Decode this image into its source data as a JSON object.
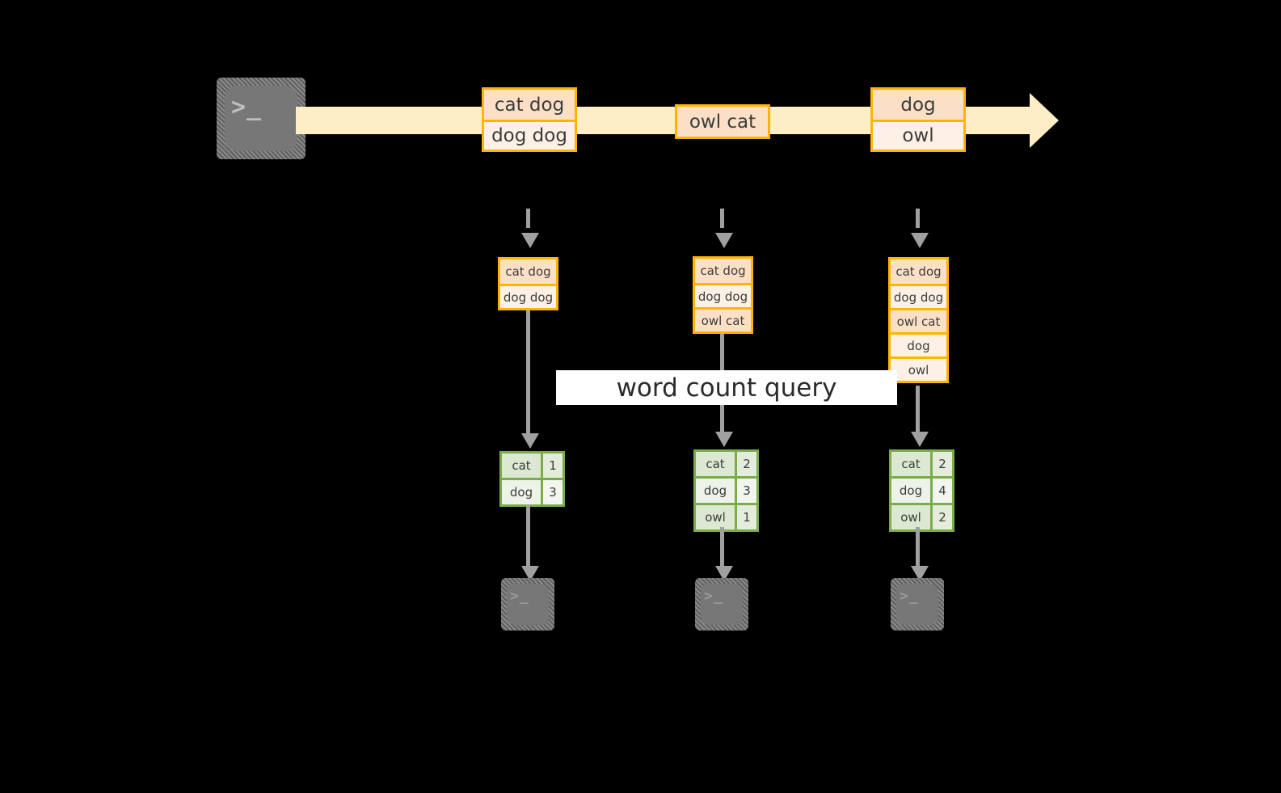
{
  "diagram": {
    "title": "word count query stream processing",
    "colors": {
      "background": "#000000",
      "stream_fill": "#fdeec6",
      "message_border": "#ffb500",
      "message_fill_dark": "#fbe0c6",
      "message_fill_light": "#fdf1e6",
      "count_border": "#79ad4a",
      "count_fill_dark": "#dde8d2",
      "count_fill_light": "#eef3ea",
      "arrow_gray": "#a0a0a0",
      "label_band": "#ffffff",
      "terminal_body": "#777777",
      "terminal_hatch": "#5f5f5f"
    },
    "source_terminal": {
      "icon": "terminal-prompt-icon",
      "glyph": ">_"
    },
    "stream_label": "word count query",
    "stream_messages": [
      {
        "id": "m1",
        "rows": [
          {
            "text": "cat dog",
            "shade": "dark"
          },
          {
            "text": "dog dog",
            "shade": "light"
          }
        ]
      },
      {
        "id": "m2",
        "rows": [
          {
            "text": "owl cat",
            "shade": "dark"
          }
        ]
      },
      {
        "id": "m3",
        "rows": [
          {
            "text": "dog",
            "shade": "dark"
          },
          {
            "text": "owl",
            "shade": "light"
          }
        ]
      }
    ],
    "snapshots": [
      {
        "id": "t1",
        "accumulated": [
          {
            "text": "cat dog",
            "shade": "dark"
          },
          {
            "text": "dog dog",
            "shade": "light"
          }
        ],
        "counts": [
          {
            "word": "cat",
            "count": "1",
            "shade": "dark"
          },
          {
            "word": "dog",
            "count": "3",
            "shade": "light"
          }
        ],
        "sink": {
          "icon": "terminal-prompt-icon",
          "glyph": ">_"
        }
      },
      {
        "id": "t2",
        "accumulated": [
          {
            "text": "cat dog",
            "shade": "dark"
          },
          {
            "text": "dog dog",
            "shade": "light"
          },
          {
            "text": "owl cat",
            "shade": "dark"
          }
        ],
        "counts": [
          {
            "word": "cat",
            "count": "2",
            "shade": "dark"
          },
          {
            "word": "dog",
            "count": "3",
            "shade": "light"
          },
          {
            "word": "owl",
            "count": "1",
            "shade": "dark"
          }
        ],
        "sink": {
          "icon": "terminal-prompt-icon",
          "glyph": ">_"
        }
      },
      {
        "id": "t3",
        "accumulated": [
          {
            "text": "cat dog",
            "shade": "dark"
          },
          {
            "text": "dog dog",
            "shade": "light"
          },
          {
            "text": "owl cat",
            "shade": "dark"
          },
          {
            "text": "dog",
            "shade": "light"
          },
          {
            "text": "owl",
            "shade": "light"
          }
        ],
        "counts": [
          {
            "word": "cat",
            "count": "2",
            "shade": "dark"
          },
          {
            "word": "dog",
            "count": "4",
            "shade": "light"
          },
          {
            "word": "owl",
            "count": "2",
            "shade": "dark"
          }
        ],
        "sink": {
          "icon": "terminal-prompt-icon",
          "glyph": ">_"
        }
      }
    ]
  }
}
